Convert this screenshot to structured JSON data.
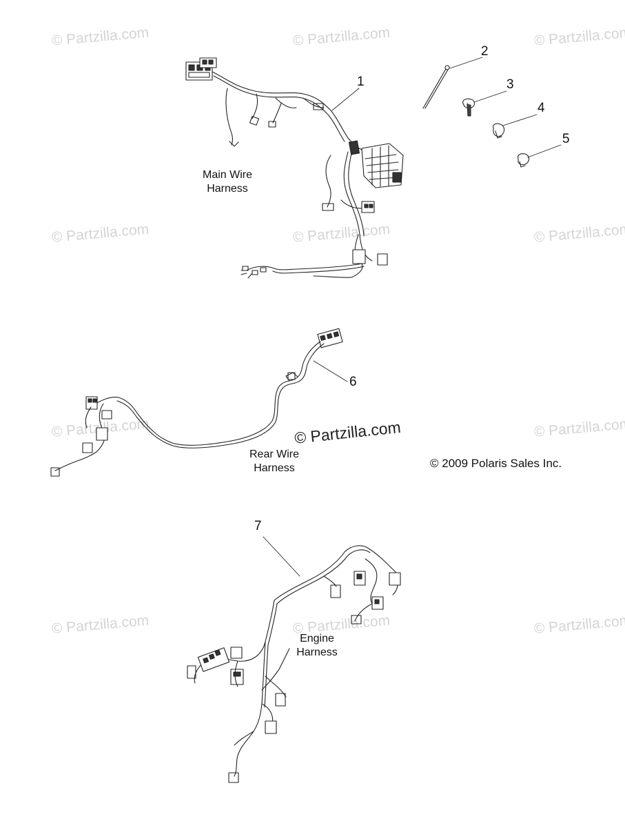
{
  "watermark": "© Partzilla.com",
  "center_watermark": "© Partzilla.com",
  "copyright": "© 2009 Polaris Sales Inc.",
  "callouts": [
    "1",
    "2",
    "3",
    "4",
    "5",
    "6",
    "7"
  ],
  "labels": {
    "main": [
      "Main Wire",
      "Harness"
    ],
    "rear": [
      "Rear Wire",
      "Harness"
    ],
    "engine": [
      "Engine",
      "Harness"
    ]
  }
}
